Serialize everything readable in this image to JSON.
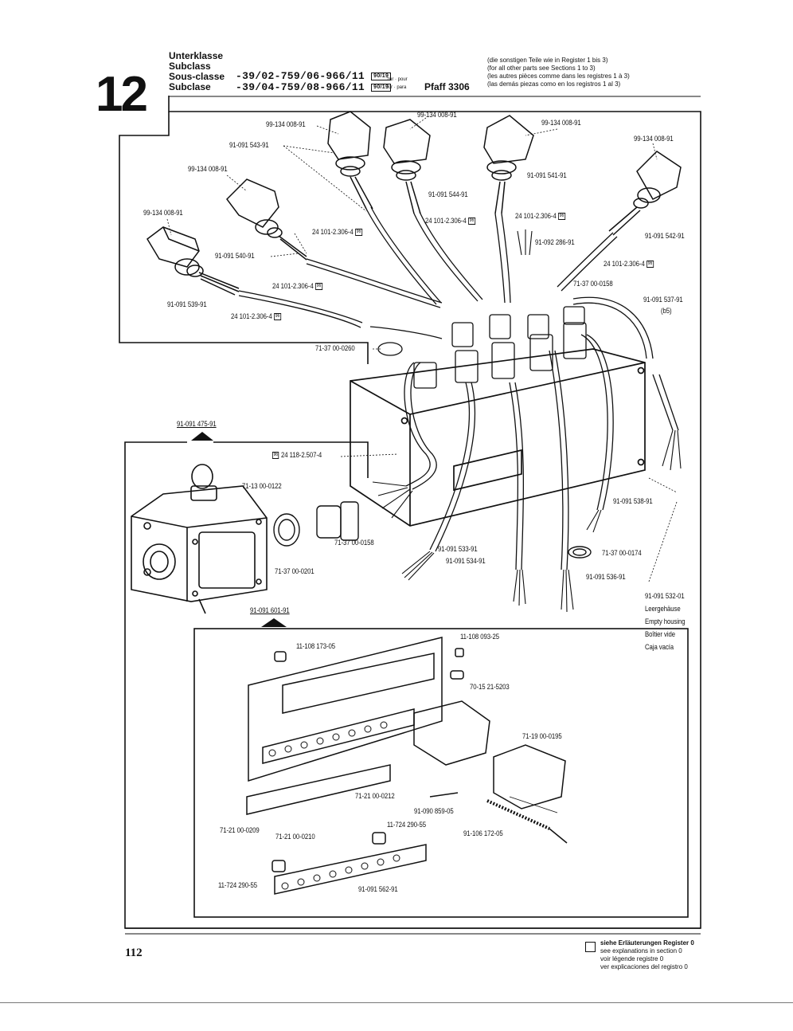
{
  "section_number": "12",
  "header": {
    "class_labels": [
      "Unterklasse",
      "Subclass",
      "Sous-classe",
      "Subclase"
    ],
    "codes": [
      "-39/02-759/06-966/11",
      "-39/04-759/08-966/11"
    ],
    "code_badge": "90/19",
    "for_label": "zur · pour",
    "for_label2": "for · para",
    "model": "Pfaff 3306",
    "notes": [
      "(die sonstigen Teile wie in Register 1 bis 3)",
      "(for all other parts see Sections 1 to 3)",
      "(les autres pièces comme dans les registres 1 à 3)",
      "(las demás piezas como en los registros 1 al 3)"
    ]
  },
  "parts": {
    "p01": "99-134 008-91",
    "p02": "91-091 543-91",
    "p03": "99-134 008-91",
    "p04": "99-134 008-91",
    "p05": "99-134 008-91",
    "p06": "99-134 008-91",
    "p07": "99-134 008-91",
    "p08": "91-091 544-91",
    "p09": "91-091 541-91",
    "p10": "24 101-2.306-4",
    "p11": "24 101-2.306-4",
    "p12": "24 101-2.306-4",
    "p13": "91-092 286-91",
    "p14": "91-091 542-91",
    "p15": "24 101-2.306-4",
    "p16": "91-091 540-91",
    "p17": "24 101-2.306-4",
    "p18": "71-37 00-0158",
    "p19": "91-091 539-91",
    "p20": "24 101-2.306-4",
    "p21": "91-091 537-91",
    "p22": "(b5)",
    "p23": "71-37 00-0260",
    "p24": "91-091 475-91",
    "p25": "24 118-2.507-4",
    "p26": "71-13 00-0122",
    "p27": "91-091 538-91",
    "p28": "71-37 00-0158",
    "p29": "71-37 00-0201",
    "p30": "91-091 533-91",
    "p31": "91-091 534-91",
    "p32": "71-37 00-0174",
    "p33": "91-091 536-91",
    "p34": "91-091 532-01",
    "p35": "91-091 601-91",
    "p36": "11-108 173-05",
    "p37": "11-108 093-25",
    "p38": "70-15 21-5203",
    "p39": "71-19 00-0195",
    "p40": "71-21 00-0212",
    "p41": "91-090 859-05",
    "p42": "11-724 290-55",
    "p43": "91-106 172-05",
    "p44": "71-21 00-0209",
    "p45": "71-21 00-0210",
    "p46": "11-724 290-55",
    "p47": "91-091 562-91"
  },
  "badge_small": "96",
  "empty_housing": [
    "Leergehäuse",
    "Empty housing",
    "Boîtier vide",
    "Caja vacía"
  ],
  "footer": {
    "page_number": "112",
    "legend": [
      "siehe Erläuterungen Register 0",
      "see explanations in section 0",
      "voir légende registre 0",
      "ver explicaciones del registro 0"
    ]
  }
}
